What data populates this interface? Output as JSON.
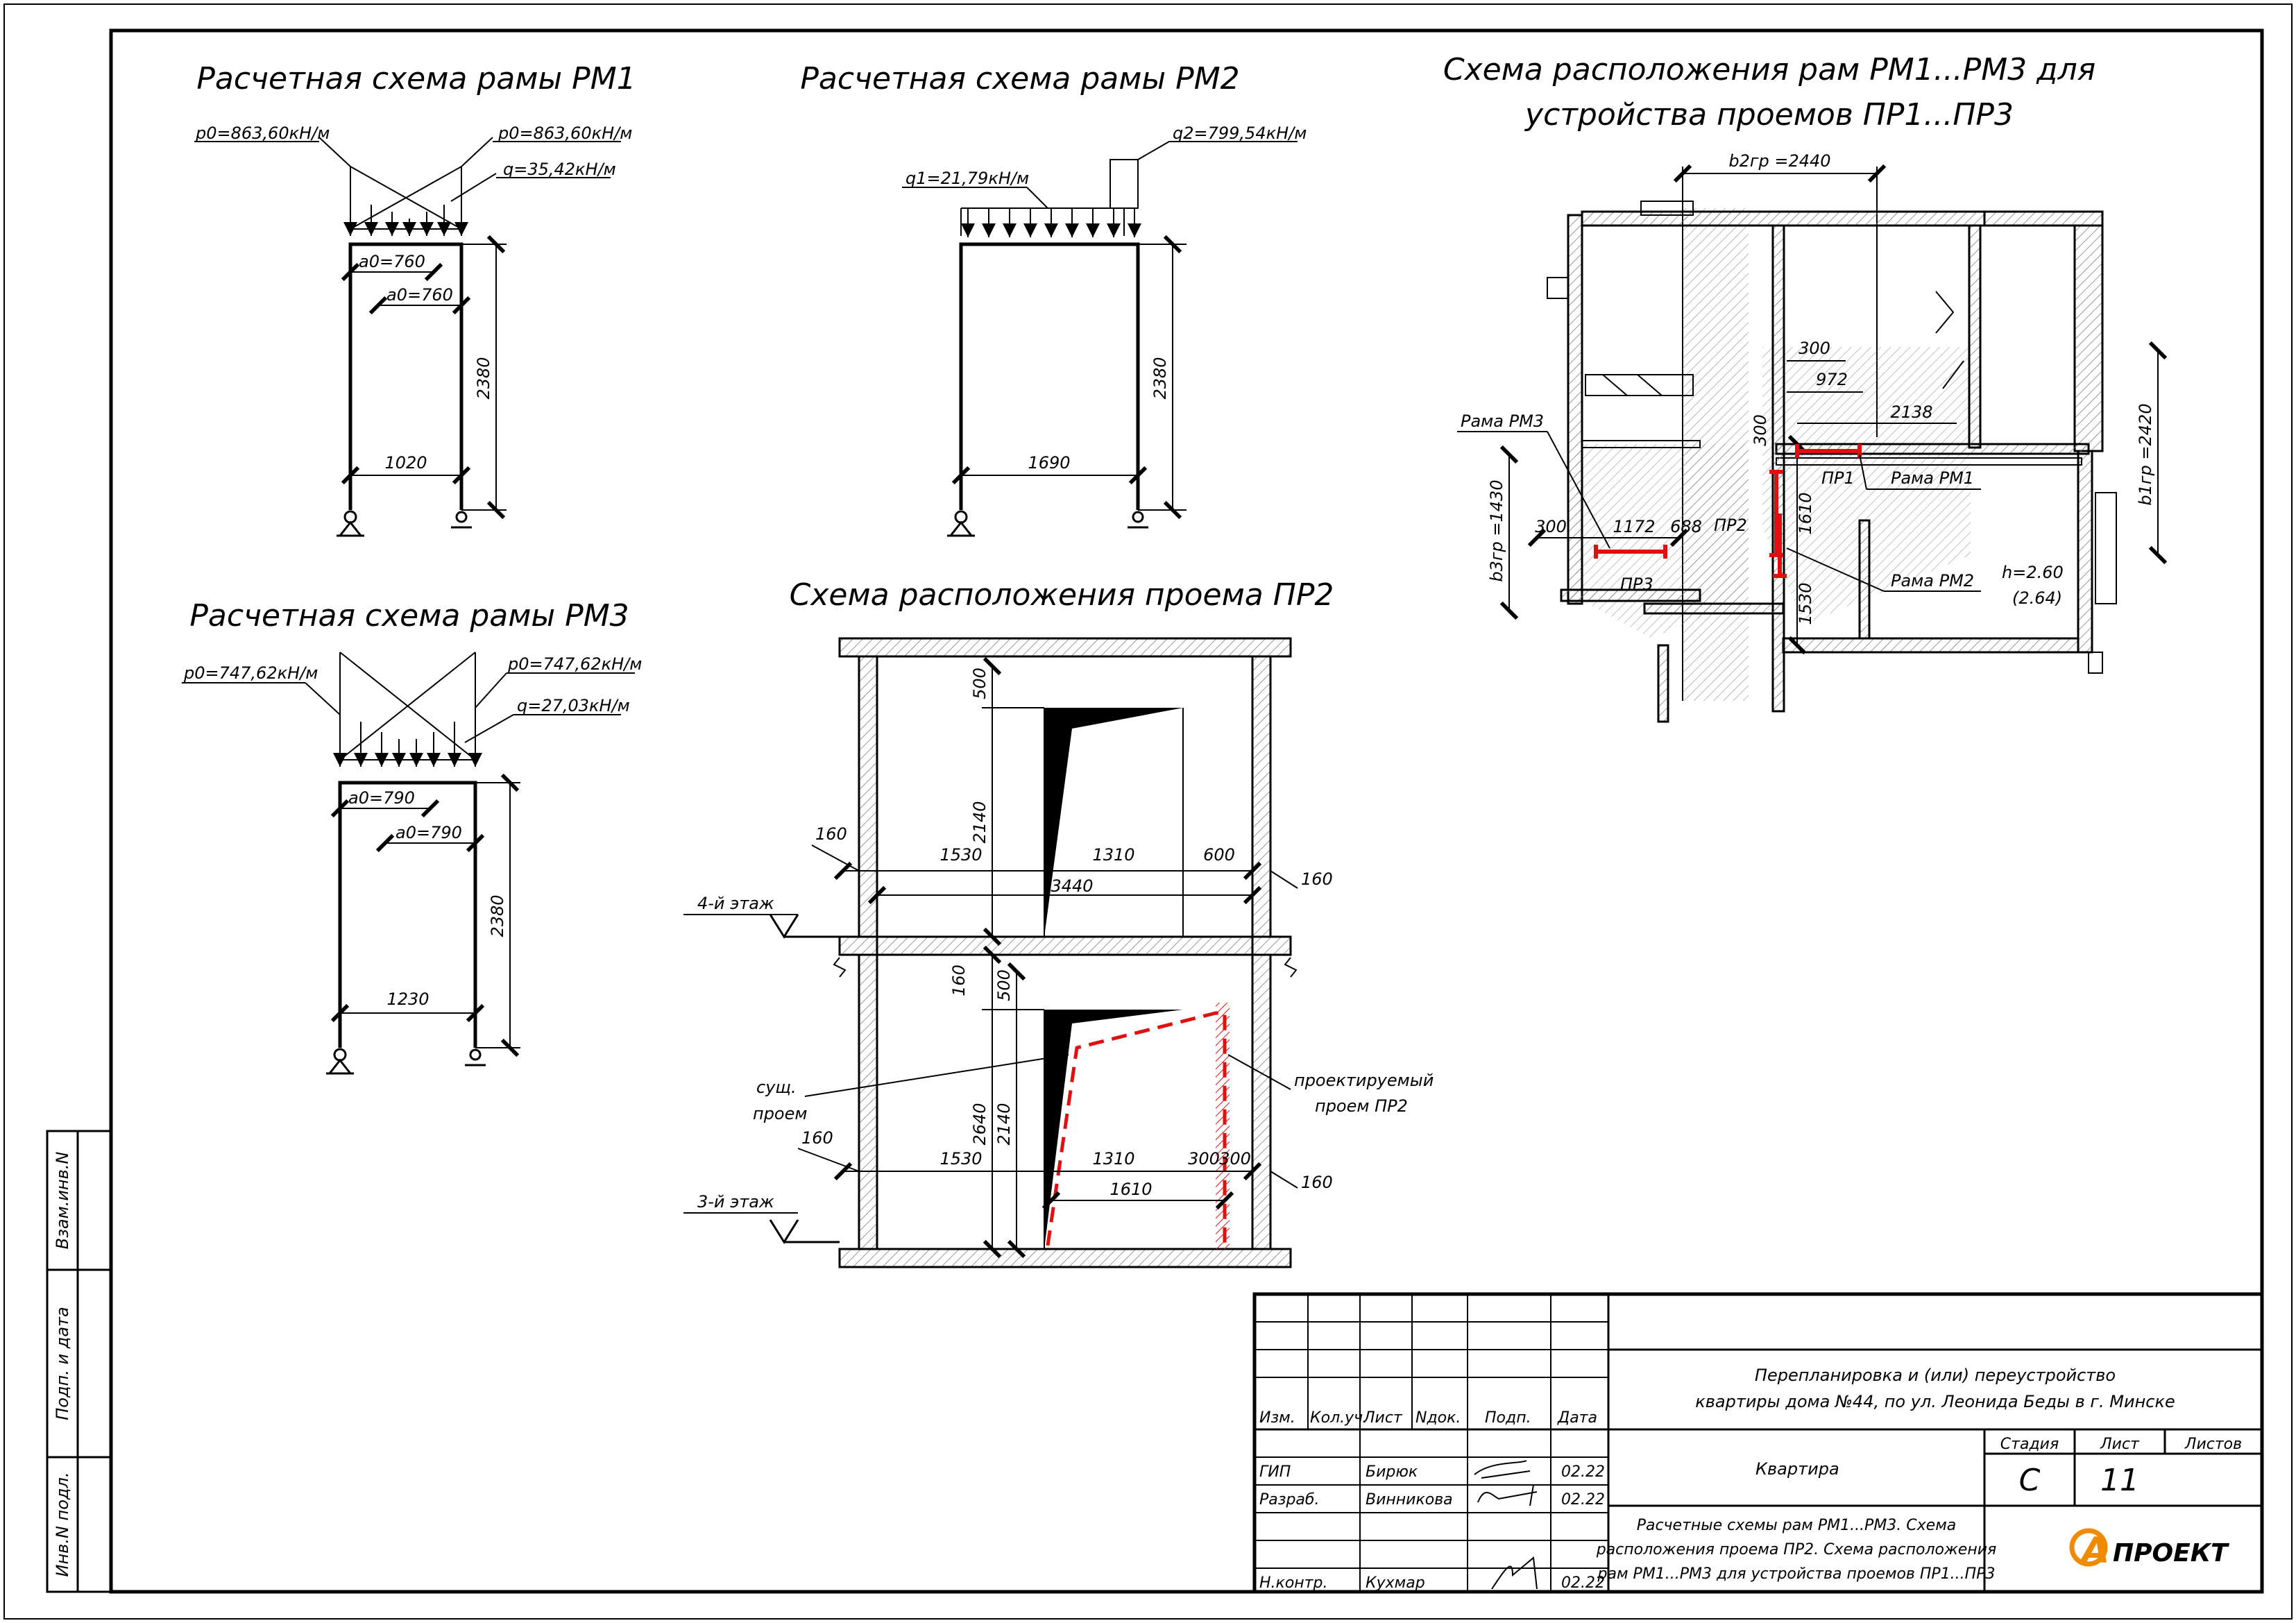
{
  "colors": {
    "line": "#000000",
    "highlight": "#e01010",
    "logo_orange": "#f08a00",
    "background": "#ffffff"
  },
  "rm1": {
    "title": "Расчетная схема рамы РМ1",
    "p0_left": "p0=863,60кН/м",
    "p0_right": "p0=863,60кН/м",
    "q": "q=35,42кН/м",
    "a0_top": "a0=760",
    "a0_bottom": "a0=760",
    "height": "2380",
    "span": "1020"
  },
  "rm2": {
    "title": "Расчетная схема рамы РМ2",
    "q1": "q1=21,79кН/м",
    "q2": "q2=799,54кН/м",
    "height": "2380",
    "span": "1690"
  },
  "rm3": {
    "title": "Расчетная схема рамы РМ3",
    "p0_left": "p0=747,62кН/м",
    "p0_right": "p0=747,62кН/м",
    "q": "q=27,03кН/м",
    "a0_top": "a0=790",
    "a0_bottom": "a0=790",
    "height": "2380",
    "span": "1230"
  },
  "pr2": {
    "title": "Схема расположения проема ПР2",
    "upper": {
      "d500": "500",
      "d2140": "2140",
      "d160_left": "160",
      "d1530": "1530",
      "d1310": "1310",
      "d600": "600",
      "d3440": "3440",
      "d160_right": "160",
      "floor": "4-й этаж"
    },
    "lower": {
      "d160_top": "160",
      "d500": "500",
      "d2640": "2640",
      "d2140": "2140",
      "d160_left": "160",
      "d1530": "1530",
      "d1310": "1310",
      "d300a": "300",
      "d300b": "300",
      "d1610": "1610",
      "d160_right": "160",
      "floor": "3-й этаж"
    },
    "existing_label_1": "сущ.",
    "existing_label_2": "проем",
    "designed_label_1": "проектируемый",
    "designed_label_2": "проем ПР2"
  },
  "plan": {
    "title_1": "Схема расположения рам РМ1...РМ3 для",
    "title_2": "устройства проемов ПР1...ПР3",
    "b2gr": "b2гр =2440",
    "b1gr": "b1гр =2420",
    "b3gr": "b3гр =1430",
    "d300_top": "300",
    "d972": "972",
    "d2138": "2138",
    "d300_vert": "300",
    "d1610": "1610",
    "d1530": "1530",
    "d300_left": "300",
    "d1172": "1172",
    "d688": "688",
    "rama_rm3": "Рама РМ3",
    "rama_rm1": "Рама РМ1",
    "rama_rm2": "Рама РМ2",
    "pr1": "ПР1",
    "pr2": "ПР2",
    "pr3": "ПР3",
    "h1": "h=2.60",
    "h2": "(2.64)"
  },
  "side_stamp": {
    "vzam": "Взам.инв.N",
    "podp": "Подп. и дата",
    "inv": "Инв.N подл."
  },
  "title_block": {
    "headers": {
      "izm": "Изм.",
      "kol": "Кол.уч.",
      "list": "Лист",
      "ndok": "Nдок.",
      "podp": "Подп.",
      "data": "Дата"
    },
    "rows": [
      {
        "role": "ГИП",
        "name": "Бирюк",
        "date": "02.22"
      },
      {
        "role": "Разраб.",
        "name": "Винникова",
        "date": "02.22"
      },
      {
        "role": "Н.контр.",
        "name": "Кухмар",
        "date": "02.22"
      }
    ],
    "project_1": "Перепланировка и (или) переустройство",
    "project_2": "квартиры дома №44, по ул. Леонида Беды в г. Минске",
    "object": "Квартира",
    "stage_h": "Стадия",
    "sheet_h": "Лист",
    "sheets_h": "Листов",
    "stage": "С",
    "sheet": "11",
    "sheets": "",
    "desc_1": "Расчетные схемы рам РМ1...РМ3. Схема",
    "desc_2": "расположения проема ПР2. Схема расположения",
    "desc_3": "рам РМ1...РМ3 для устройства проемов ПР1...ПР3",
    "logo_letter": "А",
    "logo_text": "ПРОЕКТ"
  }
}
